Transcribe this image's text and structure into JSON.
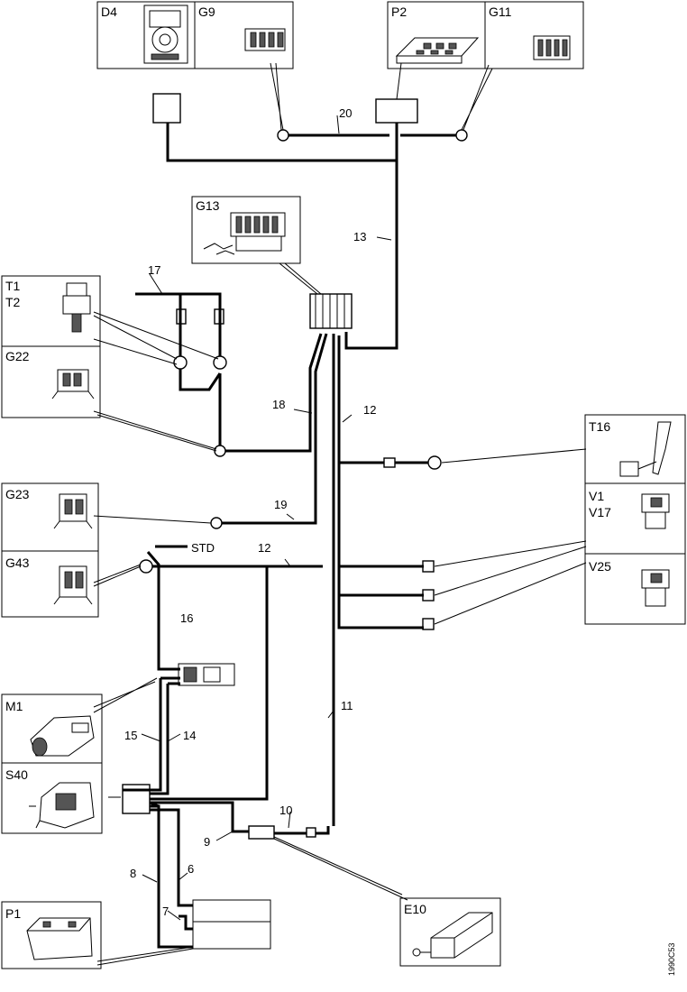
{
  "components": {
    "D4": "D4",
    "G9": "G9",
    "P2": "P2",
    "G11": "G11",
    "G13": "G13",
    "T1": "T1",
    "T2": "T2",
    "G22": "G22",
    "G23": "G23",
    "G43": "G43",
    "M1": "M1",
    "S40": "S40",
    "P1": "P1",
    "T16": "T16",
    "V1": "V1",
    "V17": "V17",
    "V25": "V25",
    "E10": "E10"
  },
  "wires": {
    "w20": "20",
    "w13": "13",
    "w17": "17",
    "w18": "18",
    "w12a": "12",
    "w19": "19",
    "std": "STD",
    "w12b": "12",
    "w16": "16",
    "w11": "11",
    "w15": "15",
    "w14": "14",
    "w10": "10",
    "w9": "9",
    "w8": "8",
    "w6": "6",
    "w7": "7"
  },
  "figure_id": "1990C53"
}
